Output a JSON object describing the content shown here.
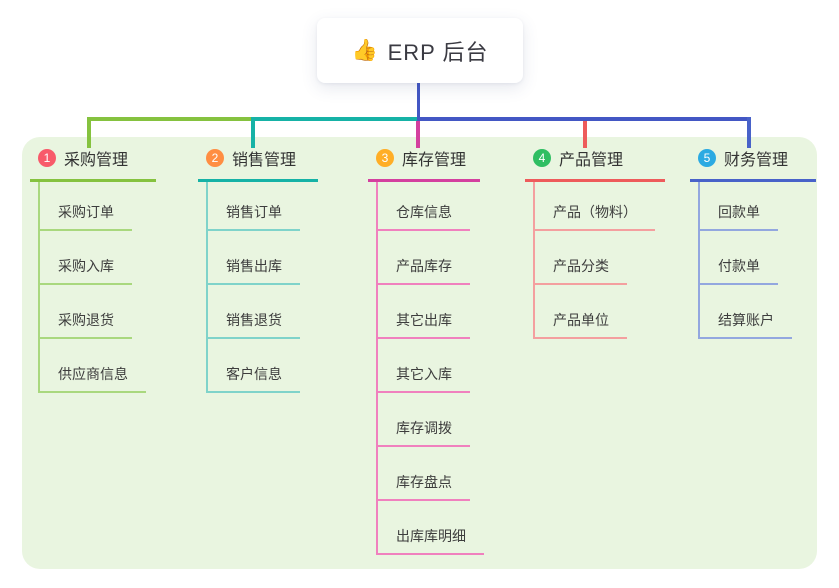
{
  "root": {
    "icon": "👍",
    "label": "ERP 后台"
  },
  "colors": {
    "panel_bg": "#e9f5e0",
    "root_line": "#4357c4",
    "card_bg": "#ffffff",
    "title_text": "#3a3a42"
  },
  "branches": [
    {
      "badge": "1",
      "label": "采购管理",
      "badge_color": "#f85a6a",
      "line_color": "#85c23f",
      "item_line_color": "#a9d87e",
      "items": [
        "采购订单",
        "采购入库",
        "采购退货",
        "供应商信息"
      ]
    },
    {
      "badge": "2",
      "label": "销售管理",
      "badge_color": "#ff8e42",
      "line_color": "#16b2a6",
      "item_line_color": "#7fd3ca",
      "items": [
        "销售订单",
        "销售出库",
        "销售退货",
        "客户信息"
      ]
    },
    {
      "badge": "3",
      "label": "库存管理",
      "badge_color": "#ffae26",
      "line_color": "#d4409f",
      "item_line_color": "#f080be",
      "items": [
        "仓库信息",
        "产品库存",
        "其它出库",
        "其它入库",
        "库存调拨",
        "库存盘点",
        "出库库明细"
      ]
    },
    {
      "badge": "4",
      "label": "产品管理",
      "badge_color": "#2fbe62",
      "line_color": "#ee5b5b",
      "item_line_color": "#f49f9f",
      "items": [
        "产品（物料）",
        "产品分类",
        "产品单位"
      ]
    },
    {
      "badge": "5",
      "label": "财务管理",
      "badge_color": "#2baae2",
      "line_color": "#4862c9",
      "item_line_color": "#93a7df",
      "items": [
        "回款单",
        "付款单",
        "结算账户"
      ]
    }
  ]
}
